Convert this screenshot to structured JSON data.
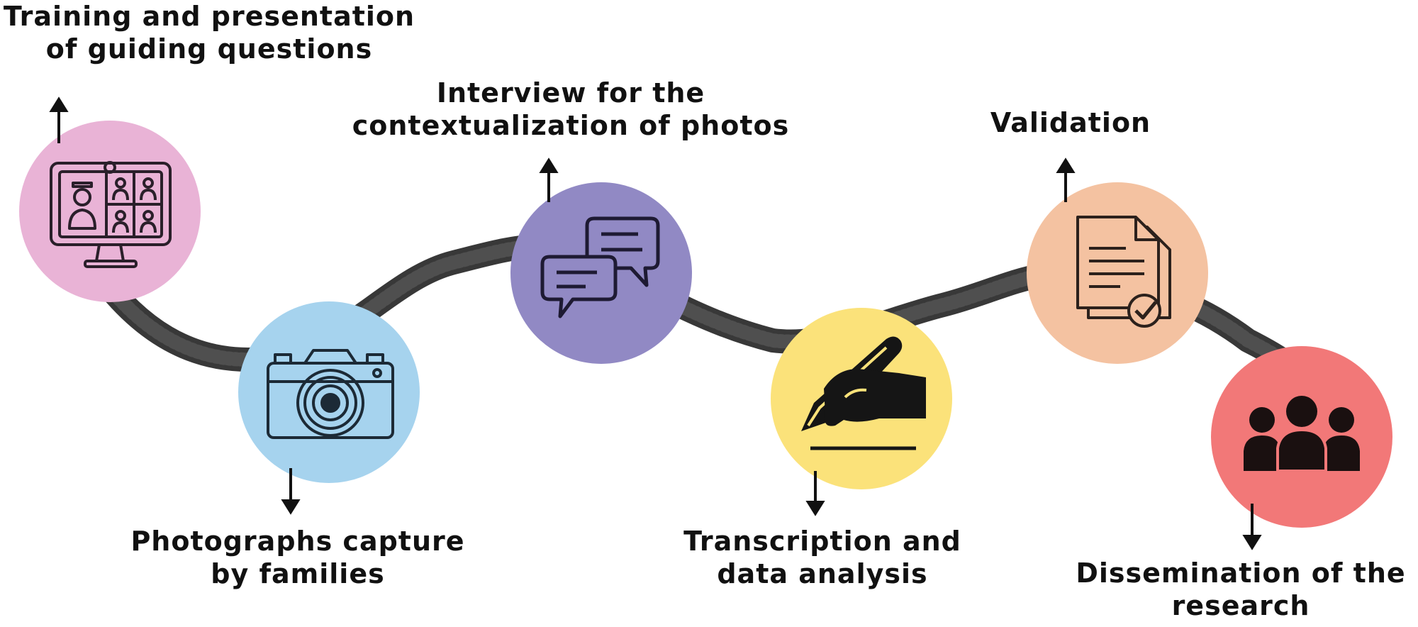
{
  "steps": [
    {
      "label_lines": [
        "Training and presentation",
        "of guiding questions"
      ],
      "icon": "video-conference-icon",
      "color": "#E9B3D6"
    },
    {
      "label_lines": [
        "Photographs capture",
        "by families"
      ],
      "icon": "camera-icon",
      "color": "#A6D3EE"
    },
    {
      "label_lines": [
        "Interview for the",
        "contextualization of photos"
      ],
      "icon": "chat-bubbles-icon",
      "color": "#9189C4"
    },
    {
      "label_lines": [
        "Transcription and",
        "data analysis"
      ],
      "icon": "writing-hand-icon",
      "color": "#FBE27A"
    },
    {
      "label_lines": [
        "Validation"
      ],
      "icon": "validated-document-icon",
      "color": "#F4C2A1"
    },
    {
      "label_lines": [
        "Dissemination of the",
        "research"
      ],
      "icon": "group-people-icon",
      "color": "#F27878"
    }
  ]
}
